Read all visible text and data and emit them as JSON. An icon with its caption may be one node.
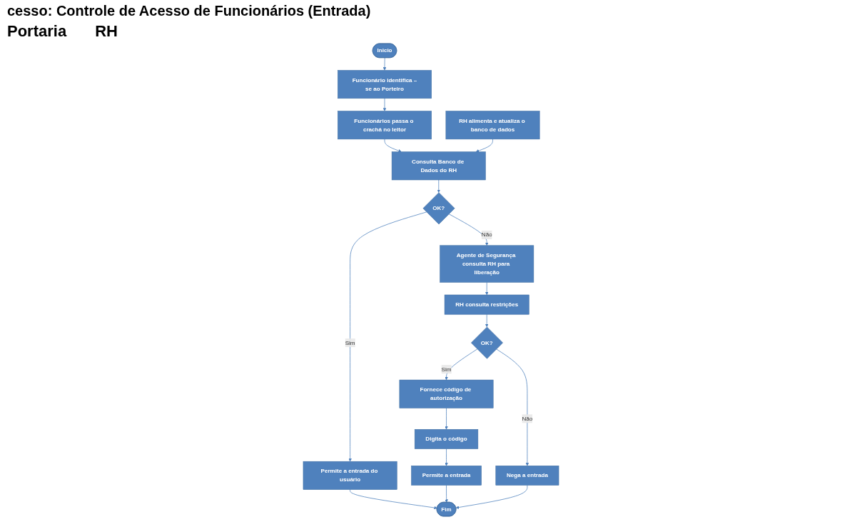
{
  "diagram": {
    "title": "cesso: Controle de Acesso de Funcionários (Entrada)",
    "nodes": [
      {
        "text": [
          "Inicio"
        ]
      },
      {
        "text": [
          "Funcionário identifica –se ao Porteiro"
        ]
      },
      {
        "text": [
          "Funcionários passa o crachá no leitor"
        ]
      },
      {
        "text": [
          "RH alimenta e atualiza o banco de dados"
        ]
      },
      {
        "text": [
          "Consulta Banco de Dados do RH"
        ]
      },
      {
        "text": [
          "Permite a entrada do usuário"
        ]
      },
      {
        "text": [
          "OK?"
        ]
      },
      {
        "text": [
          "Agente de Segurança consulta RH para liberação"
        ]
      },
      {
        "text": [
          "Permite a entrada"
        ]
      },
      {
        "text": [
          "Digita o código"
        ]
      },
      {
        "text": [
          "Fim"
        ]
      },
      {
        "text": [
          "Fornece código de autorização"
        ]
      },
      {
        "text": [
          "OK?"
        ]
      },
      {
        "text": [
          "RH consulta restrições"
        ]
      },
      {
        "text": [
          "Nega a entrada"
        ]
      }
    ],
    "edges": [
      {
        "from": 0,
        "to": 1,
        "arrow": "to"
      },
      {
        "from": 1,
        "to": 2,
        "arrow": "to"
      },
      {
        "from": 2,
        "to": 4,
        "arrow": "to"
      },
      {
        "from": 3,
        "to": 4,
        "arrow": "to"
      },
      {
        "from": 4,
        "to": 6,
        "arrow": "to"
      },
      {
        "from": 6,
        "to": 5,
        "arrow": "to",
        "label": "Sim"
      },
      {
        "from": 6,
        "to": 7,
        "arrow": "to",
        "label": "Não"
      },
      {
        "from": 5,
        "to": 10,
        "arrow": "to"
      },
      {
        "from": 7,
        "to": 13,
        "arrow": "to"
      },
      {
        "from": 13,
        "to": 12,
        "arrow": "to"
      },
      {
        "from": 12,
        "to": 11,
        "arrow": "to",
        "label": "Sim"
      },
      {
        "from": 12,
        "to": 14,
        "arrow": "to",
        "label": "Não"
      },
      {
        "from": 11,
        "to": 9,
        "arrow": "to"
      },
      {
        "from": 9,
        "to": 8,
        "arrow": "to"
      },
      {
        "from": 8,
        "to": 10,
        "arrow": "to"
      },
      {
        "from": 14,
        "to": 10,
        "arrow": "to"
      }
    ],
    "labels": [
      "Portaria",
      "RH"
    ]
  }
}
